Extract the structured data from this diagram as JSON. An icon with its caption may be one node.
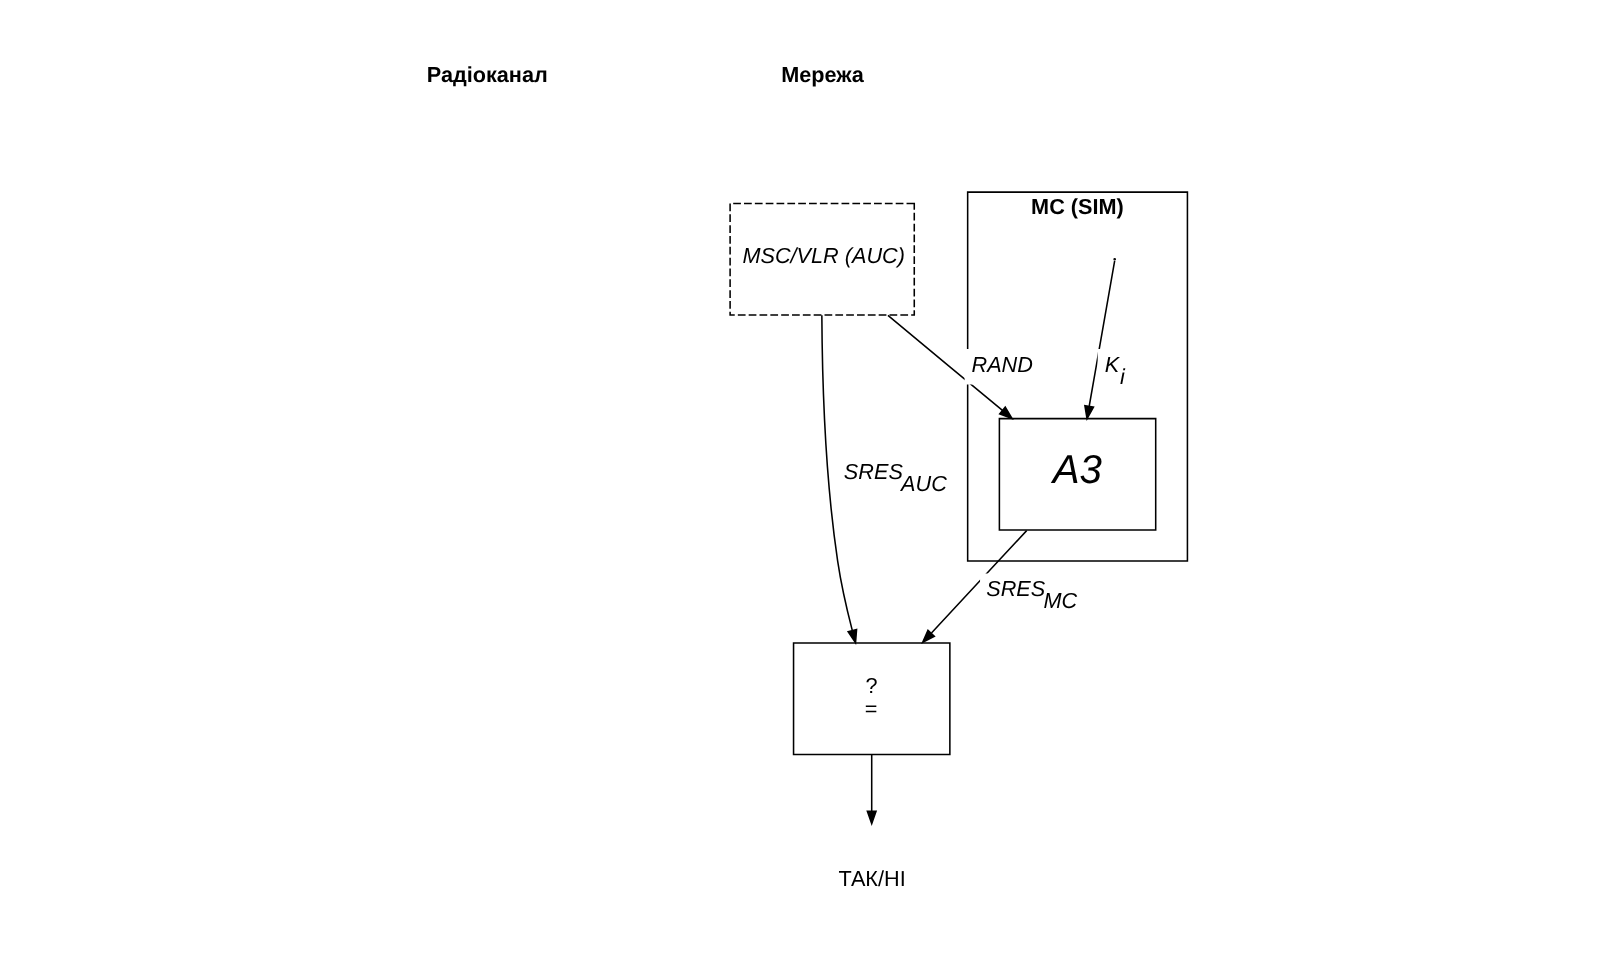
{
  "diagram": {
    "nodes": [
      {
        "text": [
          "МС (SIM)"
        ]
      },
      {
        "text": [
          "A3"
        ],
        "in": 0
      },
      {
        "text": [
          "MSC/VLR (AUC)"
        ]
      },
      {
        "text": [
          "?",
          "="
        ]
      },
      {
        "text": [
          "ТАК/НІ"
        ]
      }
    ],
    "edges": [
      {
        "from": null,
        "to": 1,
        "arrow": "to",
        "label": "K$_{i}$"
      },
      {
        "from": 2,
        "to": 1,
        "arrow": "to",
        "label": "RAND"
      },
      {
        "from": 2,
        "to": 3,
        "arrow": "to",
        "label": "SRES$_{AUC}$"
      },
      {
        "from": 1,
        "to": 3,
        "arrow": "to",
        "label": "SRES$_{МС}$"
      },
      {
        "from": 3,
        "to": 4,
        "arrow": "to"
      }
    ],
    "labels": [
      "Радіоканал",
      "Мережа"
    ]
  }
}
